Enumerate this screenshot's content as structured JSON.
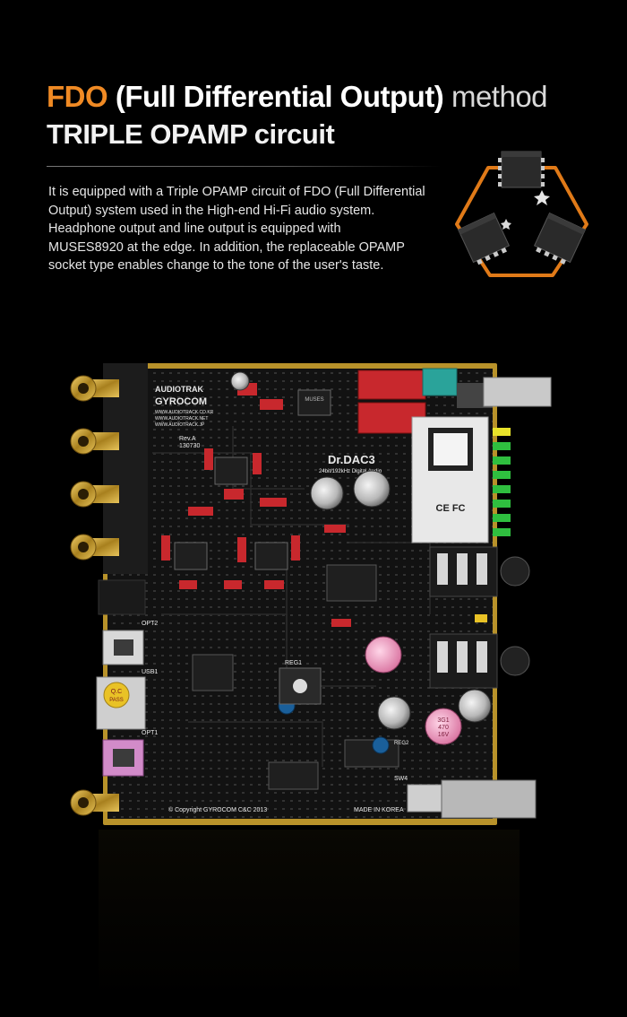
{
  "heading": {
    "accent": "FDO",
    "paren": "(Full Differential Output)",
    "suffix": "method",
    "line2": "TRIPLE OPAMP circuit"
  },
  "description": {
    "lines": [
      "It is equipped with a Triple OPAMP circuit of FDO (Full Differential",
      "Output) system used in the High-end Hi-Fi audio system.",
      "Headphone output and line output is equipped with",
      "MUSES8920 at the edge. In addition, the replaceable OPAMP",
      "socket type enables change to the tone of the user's taste."
    ]
  },
  "board": {
    "brand": "AUDIOTRAK",
    "sub_brand": "GYROCOM",
    "site1": "WWW.AUDIOTRACK.CO.KR",
    "site2": "WWW.AUDIOTRACK.NET",
    "site3": "WWW.AUDIOTRACK.JP",
    "revision": "Rev.A",
    "rev_date": "130730",
    "model": "Dr.DAC3",
    "model_sub": "24bit/192kHz Digital Audio",
    "chip_label": "MUSES",
    "reg1": "REG1",
    "reg2": "REG2",
    "usb_label": "USB1",
    "opt1": "OPT1",
    "opt2": "OPT2",
    "qc": "Q.C",
    "pass": "PASS",
    "sw_label": "SW4",
    "cap_values": [
      "3G1",
      "470",
      "16V"
    ],
    "copyright": "© Copyright GYROCOM C&C 2013",
    "made_in": "MADE IN KOREA",
    "ce_fc": "CE FC"
  },
  "colors": {
    "accent": "#f08a24",
    "pcb": "#121212",
    "gold": "#c9a23a",
    "resistor": "#c8282d"
  }
}
